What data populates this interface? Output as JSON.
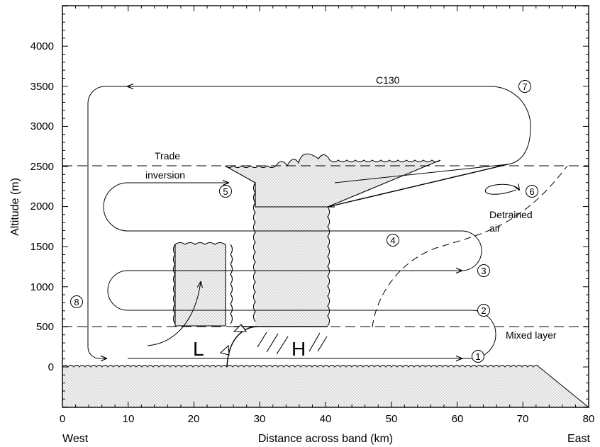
{
  "diagram": {
    "aircraft_label": "C130",
    "trade_inversion_label_1": "Trade",
    "trade_inversion_label_2": "inversion",
    "detrained_label_1": "Detrained",
    "detrained_label_2": "air",
    "mixed_layer_label": "Mixed layer",
    "low_label": "L",
    "high_label": "H",
    "leg_numbers": [
      "1",
      "2",
      "3",
      "4",
      "5",
      "6",
      "7",
      "8"
    ]
  },
  "axes": {
    "ylabel": "Altitude (m)",
    "xlabel": "Distance across band (km)",
    "x_left_label": "West",
    "x_right_label": "East",
    "xlim": [
      0,
      80
    ],
    "ylim": [
      -500,
      4500
    ],
    "x_tick_labels": [
      "0",
      "10",
      "20",
      "30",
      "40",
      "50",
      "60",
      "70",
      "80"
    ],
    "y_tick_labels": [
      "0",
      "500",
      "1000",
      "1500",
      "2000",
      "2500",
      "3000",
      "3500",
      "4000"
    ]
  }
}
